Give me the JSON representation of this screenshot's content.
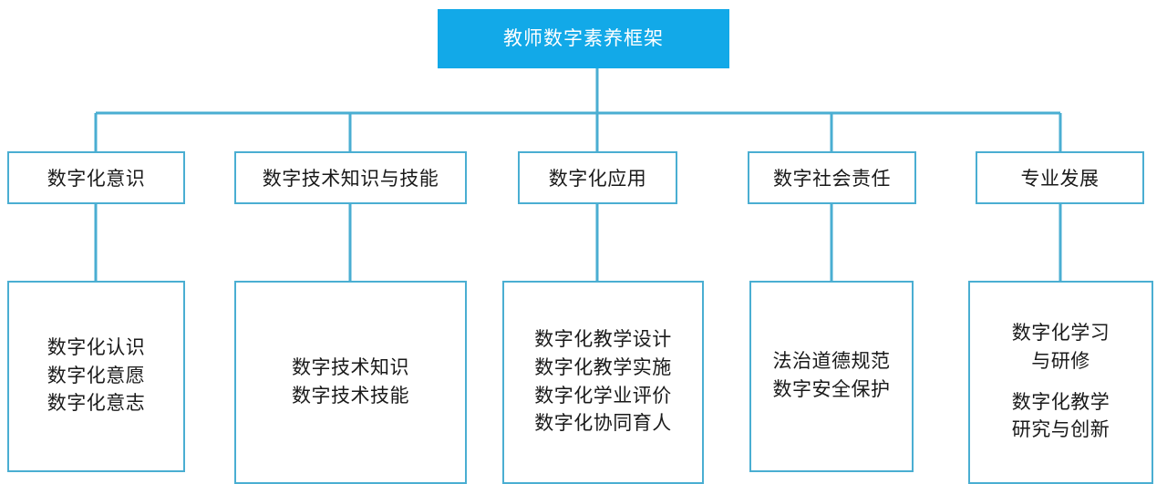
{
  "theme": {
    "accent": "#12a9e8",
    "border": "#4aaed2",
    "connector": "#4aaed2",
    "title_text": "#ffffff",
    "body_text": "#1a1a1a",
    "background": "#ffffff"
  },
  "diagram": {
    "type": "org-chart",
    "root": {
      "label": "教师数字素养框架"
    },
    "categories": [
      {
        "label": "数字化意识"
      },
      {
        "label": "数字技术知识与技能"
      },
      {
        "label": "数字化应用"
      },
      {
        "label": "数字社会责任"
      },
      {
        "label": "专业发展"
      }
    ],
    "details": [
      {
        "parent": "数字化意识",
        "groups": [
          {
            "lines": [
              "数字化认识",
              "数字化意愿",
              "数字化意志"
            ]
          }
        ]
      },
      {
        "parent": "数字技术知识与技能",
        "groups": [
          {
            "lines": [
              "数字技术知识",
              "数字技术技能"
            ]
          }
        ]
      },
      {
        "parent": "数字化应用",
        "groups": [
          {
            "lines": [
              "数字化教学设计",
              "数字化教学实施",
              "数字化学业评价",
              "数字化协同育人"
            ]
          }
        ]
      },
      {
        "parent": "数字社会责任",
        "groups": [
          {
            "lines": [
              "法治道德规范",
              "数字安全保护"
            ]
          }
        ]
      },
      {
        "parent": "专业发展",
        "groups": [
          {
            "lines": [
              "数字化学习",
              "与研修"
            ]
          },
          {
            "lines": [
              "数字化教学",
              "研究与创新"
            ]
          }
        ]
      }
    ]
  }
}
